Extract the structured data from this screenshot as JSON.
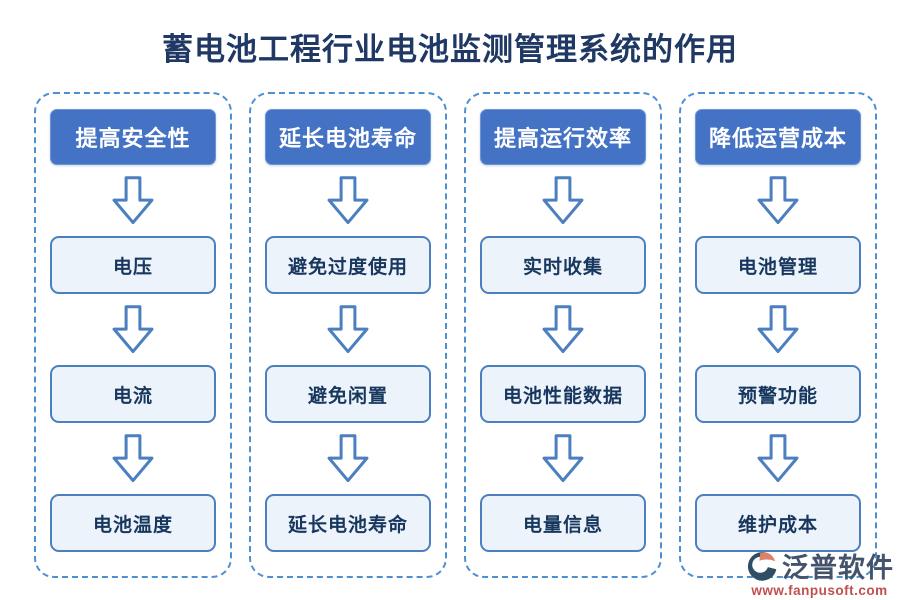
{
  "title": "蓄电池工程行业电池监测管理系统的作用",
  "columns": [
    {
      "header": "提高安全性",
      "items": [
        "电压",
        "电流",
        "电池温度"
      ]
    },
    {
      "header": "延长电池寿命",
      "items": [
        "避免过度使用",
        "避免闲置",
        "延长电池寿命"
      ]
    },
    {
      "header": "提高运行效率",
      "items": [
        "实时收集",
        "电池性能数据",
        "电量信息"
      ]
    },
    {
      "header": "降低运营成本",
      "items": [
        "电池管理",
        "预警功能",
        "维护成本"
      ]
    }
  ],
  "watermark": {
    "brand": "泛普软件",
    "url": "www.fanpusoft.com"
  },
  "colors": {
    "title_text": "#1F3864",
    "header_fill": "#4472C4",
    "header_text": "#FFFFFF",
    "item_fill": "#EDF3FA",
    "item_border": "#4C7FBF",
    "item_text": "#17375E",
    "dashed_border": "#4E8FD1",
    "arrow_outline": "#4C7FBF",
    "brand_text": "#42536B",
    "url_text": "#C0504D",
    "logo_navy": "#2D4E66",
    "logo_orange": "#DD8269"
  }
}
